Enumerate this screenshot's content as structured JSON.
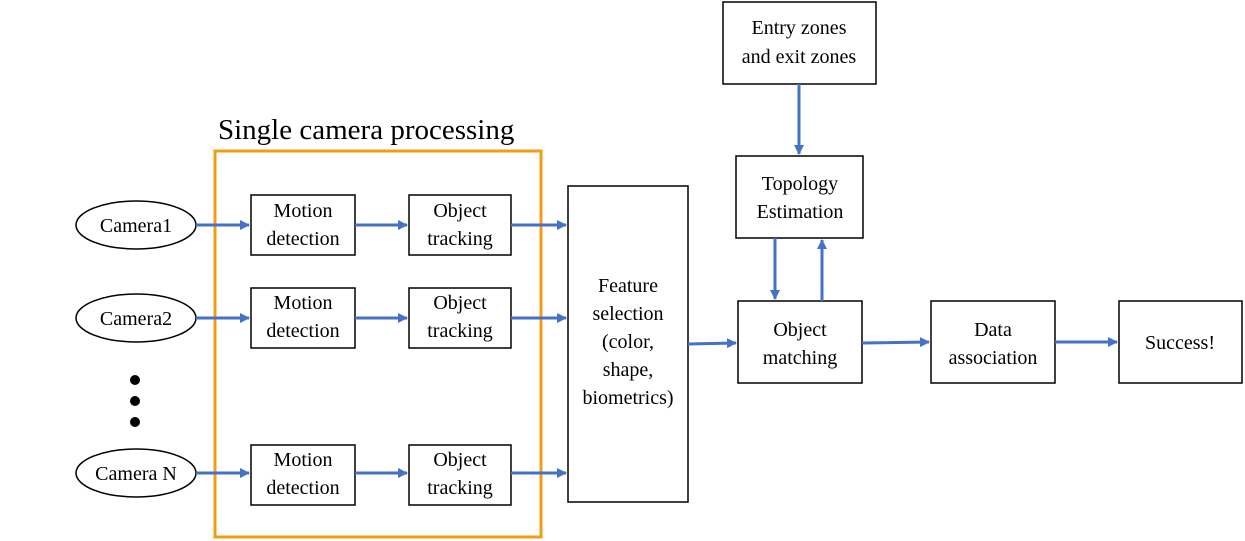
{
  "colors": {
    "arrow": "#4472c4",
    "group_border": "#f39c12",
    "box_border": "#000000",
    "text": "#000000"
  },
  "group": {
    "title": "Single camera processing"
  },
  "cameras": [
    {
      "label": "Camera1"
    },
    {
      "label": "Camera2"
    },
    {
      "label": "Camera N"
    }
  ],
  "motion_detection": {
    "line1": "Motion",
    "line2": "detection"
  },
  "object_tracking": {
    "line1": "Object",
    "line2": "tracking"
  },
  "feature_selection": {
    "lines": [
      "Feature",
      "selection",
      "(color,",
      "shape,",
      "biometrics)"
    ]
  },
  "entry_exit": {
    "line1": "Entry zones",
    "line2": "and exit zones"
  },
  "topology": {
    "line1": "Topology",
    "line2": "Estimation"
  },
  "object_matching": {
    "line1": "Object",
    "line2": "matching"
  },
  "data_association": {
    "line1": "Data",
    "line2": "association"
  },
  "success": {
    "label": "Success!"
  }
}
